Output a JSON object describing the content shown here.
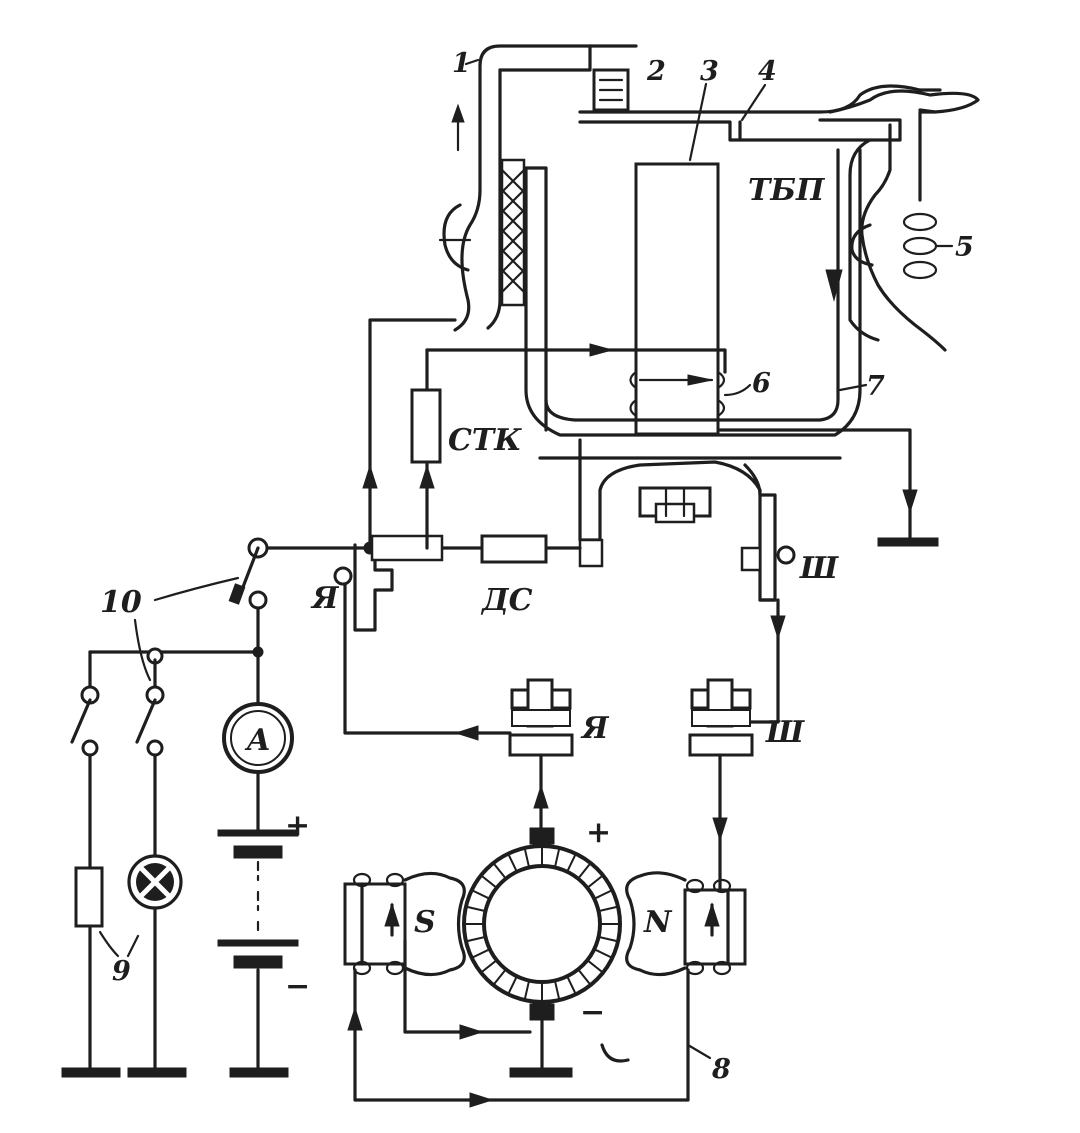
{
  "labels": {
    "n1": "1",
    "n2": "2",
    "n3": "3",
    "n4": "4",
    "n5": "5",
    "n6": "6",
    "n7": "7",
    "n8": "8",
    "n9": "9",
    "n10": "10",
    "tbp": "ТБП",
    "stk": "СТК",
    "ds": "ДС",
    "ya_relay": "Я",
    "sh_relay": "Ш",
    "ya_gen": "Я",
    "sh_gen": "Ш",
    "ammeter": "A",
    "plus_batt": "+",
    "minus_batt": "−",
    "plus_gen": "+",
    "minus_gen": "−",
    "pole_s": "S",
    "pole_n": "N"
  }
}
